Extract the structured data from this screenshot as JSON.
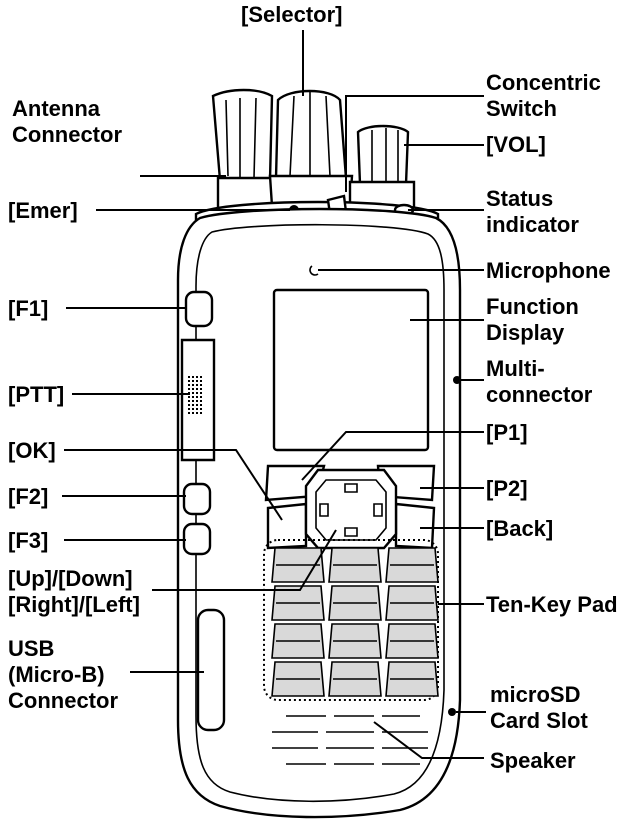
{
  "labels": {
    "selector": "[Selector]",
    "antenna": [
      "Antenna",
      "Connector"
    ],
    "concentric": [
      "Concentric",
      "Switch"
    ],
    "vol": "[VOL]",
    "emer": "[Emer]",
    "status": [
      "Status",
      "indicator"
    ],
    "microphone": "Microphone",
    "f1": "[F1]",
    "function_display": [
      "Function",
      "Display"
    ],
    "multi": [
      "Multi-",
      "connector"
    ],
    "ptt": "[PTT]",
    "ok": "[OK]",
    "p1": "[P1]",
    "f2": "[F2]",
    "p2": "[P2]",
    "f3": "[F3]",
    "back": "[Back]",
    "updown": [
      "[Up]/[Down]",
      "[Right]/[Left]"
    ],
    "tenkey": "Ten-Key Pad",
    "usb": [
      "USB",
      "(Micro-B)",
      "Connector"
    ],
    "microsd": [
      "microSD",
      "Card Slot"
    ],
    "speaker": "Speaker"
  }
}
